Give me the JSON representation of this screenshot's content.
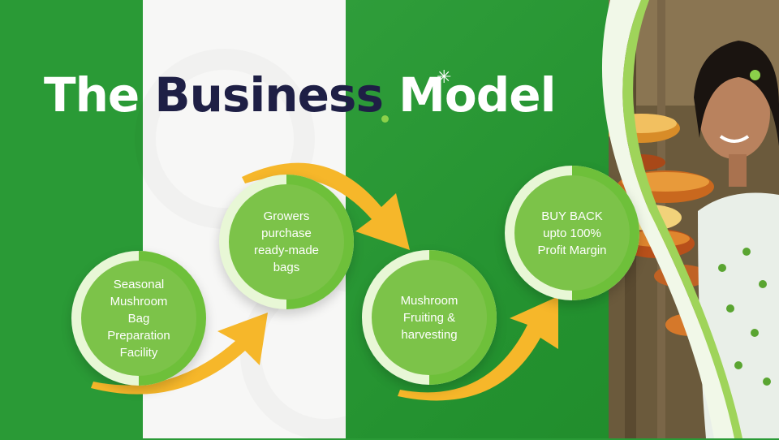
{
  "slide": {
    "title_parts": [
      "The ",
      "Business",
      " Model"
    ]
  },
  "flow": {
    "steps": [
      {
        "label": "Seasonal\nMushroom\nBag\nPreparation\nFacility"
      },
      {
        "label": "Growers\npurchase\nready-made\nbags"
      },
      {
        "label": "Mushroom\nFruiting &\nharvesting"
      },
      {
        "label": "BUY BACK\nupto 100%\nProfit Margin"
      }
    ]
  },
  "colors": {
    "brand_green": "#2a9a36",
    "node_green": "#7cc349",
    "arrow_yellow": "#f6b72a",
    "title_navy": "#1e1f45"
  },
  "icons": {
    "sparkle": "sparkle-icon",
    "arrow": "curved-arrow-icon"
  }
}
